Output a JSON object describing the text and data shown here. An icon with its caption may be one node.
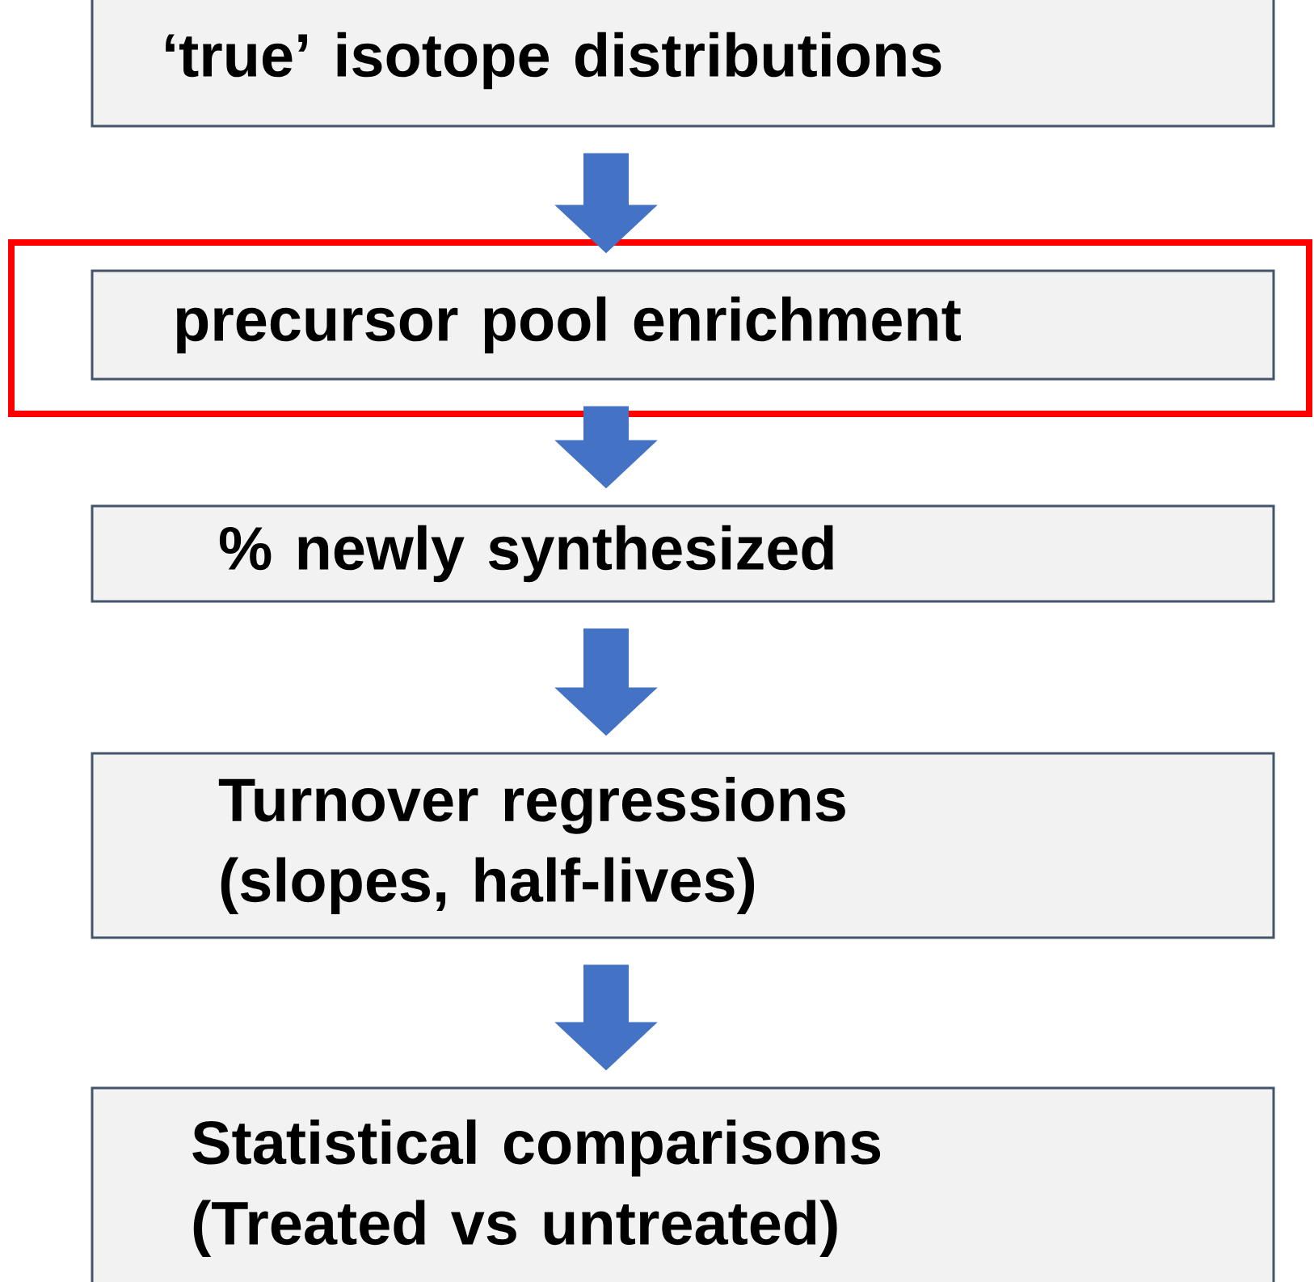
{
  "diagram": {
    "nodes": [
      {
        "text": [
          "‘true’ isotope distributions"
        ]
      },
      {
        "text": [],
        "shape": "box"
      },
      {
        "text": [
          "precursor pool enrichment"
        ],
        "in": 1
      },
      {
        "text": [
          "% newly synthesized"
        ]
      },
      {
        "text": [
          "Turnover regressions (slopes, half-lives)"
        ]
      },
      {
        "text": [
          "Statistical comparisons (Treated vs untreated)"
        ]
      }
    ],
    "edges": [
      {
        "from": 0,
        "to": 2,
        "arrow": "to"
      },
      {
        "from": 2,
        "to": 3,
        "arrow": "to"
      },
      {
        "from": 3,
        "to": 4,
        "arrow": "to"
      },
      {
        "from": 4,
        "to": 5,
        "arrow": "to"
      }
    ]
  }
}
